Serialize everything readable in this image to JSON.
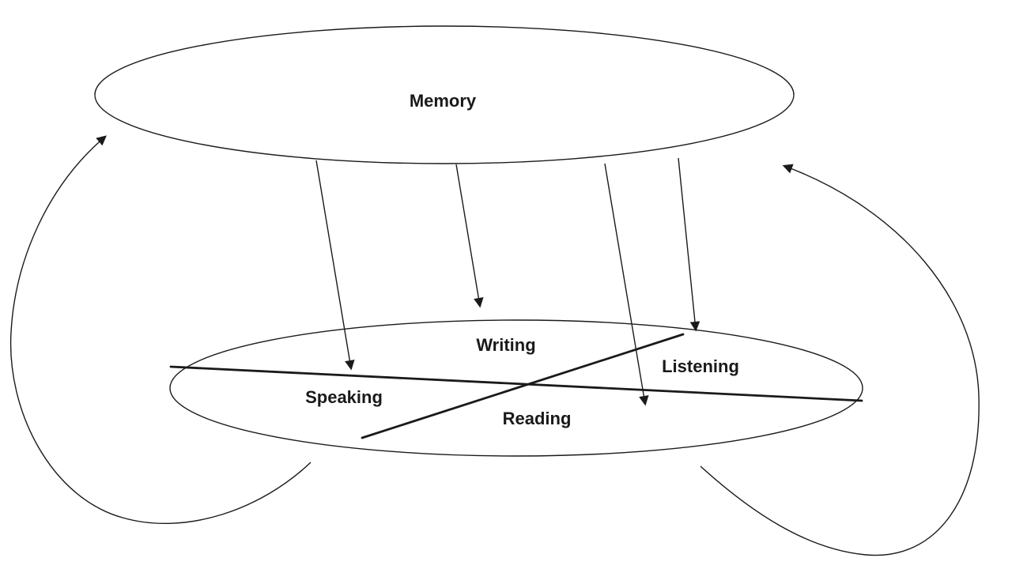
{
  "diagram": {
    "nodes": {
      "memory": {
        "label": "Memory"
      },
      "writing": {
        "label": "Writing"
      },
      "listening": {
        "label": "Listening"
      },
      "speaking": {
        "label": "Speaking"
      },
      "reading": {
        "label": "Reading"
      }
    },
    "colors": {
      "ink": "#1a1a1a",
      "background": "#ffffff"
    }
  }
}
